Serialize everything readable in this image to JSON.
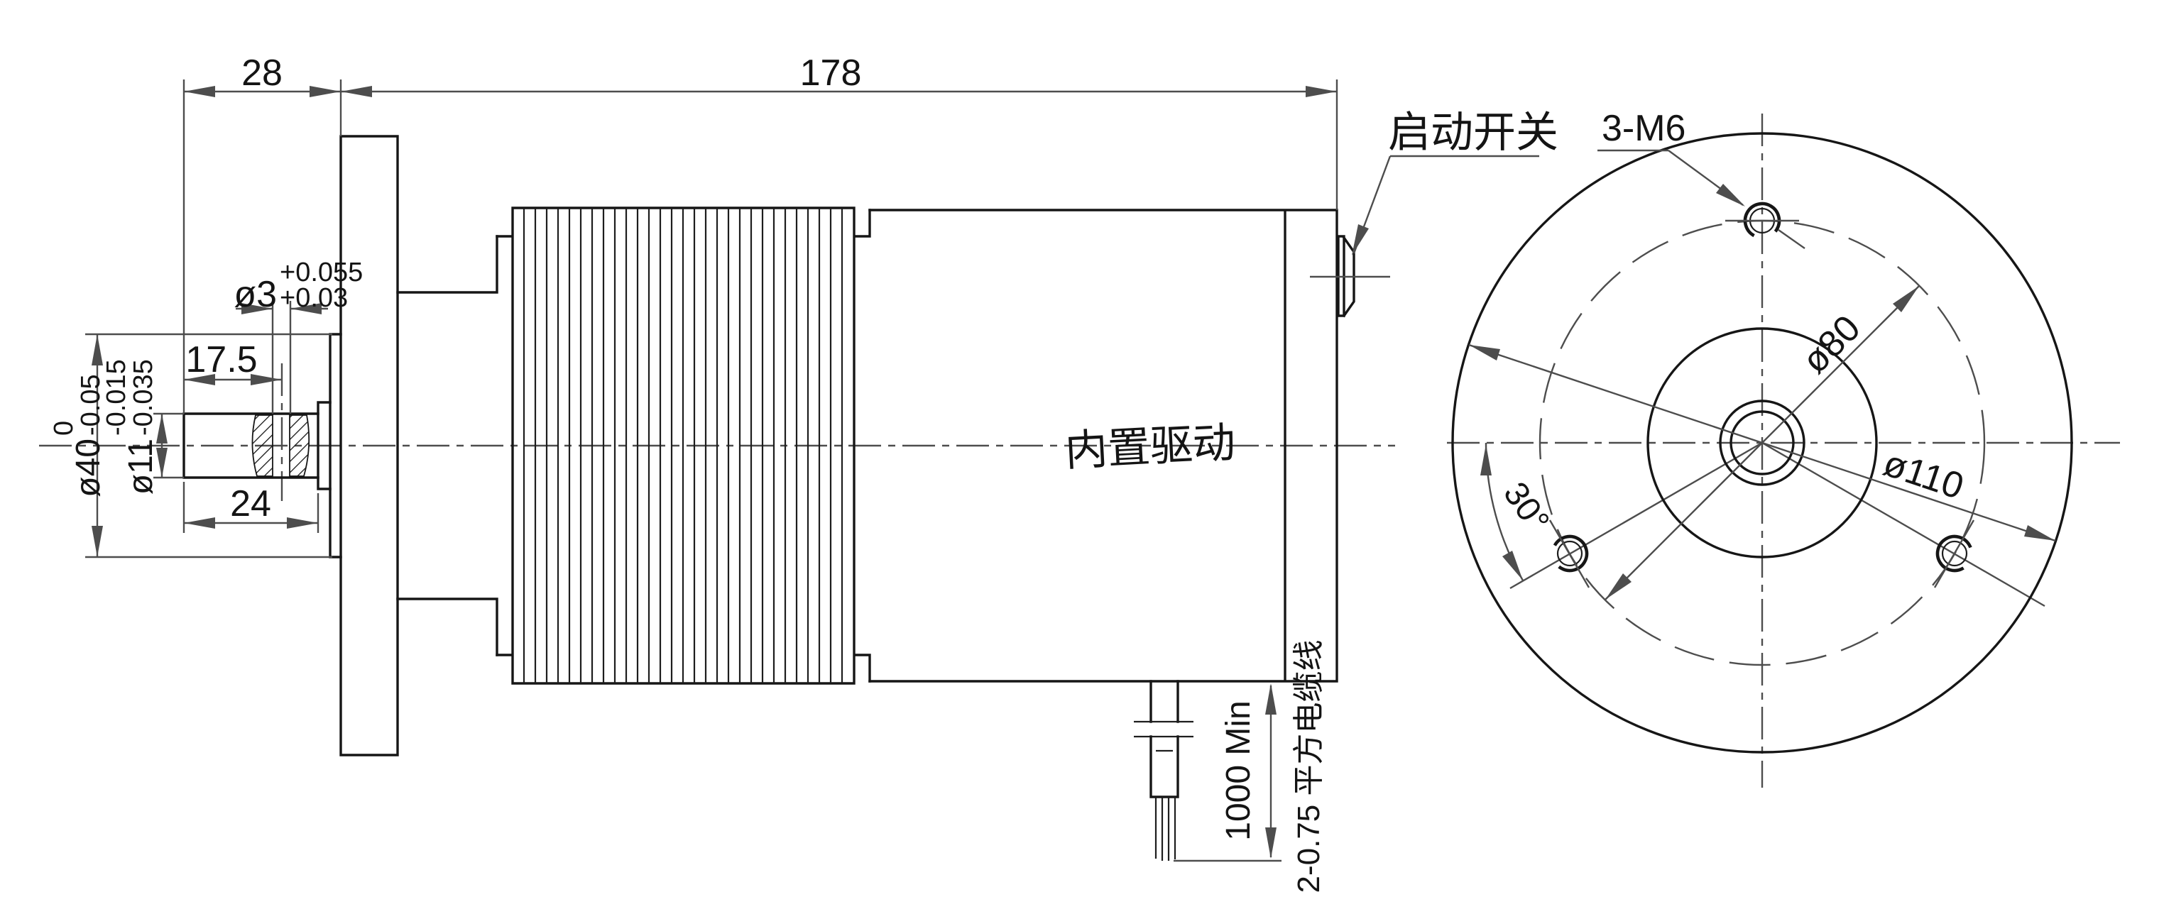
{
  "side_view": {
    "dims": {
      "front_length": "28",
      "body_length": "178",
      "hole_position": "17.5",
      "shaft_length": "24"
    },
    "cross_hole_dia": {
      "main": "ø3",
      "upper": "+0.055",
      "lower": "+0.03"
    },
    "pilot_dia": {
      "main": "ø40",
      "upper": "0",
      "lower": "-0.05"
    },
    "shaft_dia": {
      "main": "ø11",
      "upper": "-0.015",
      "lower": "-0.035"
    },
    "switch_label": "启动开关",
    "drive_label": "内置驱动",
    "cable_length": "1000 Min",
    "cable_spec": "2-0.75 平方电缆线"
  },
  "end_view": {
    "thread_label": "3-M6",
    "bolt_circle_dia": "ø80",
    "flange_dia": "ø110",
    "hole_angle": "30°"
  }
}
